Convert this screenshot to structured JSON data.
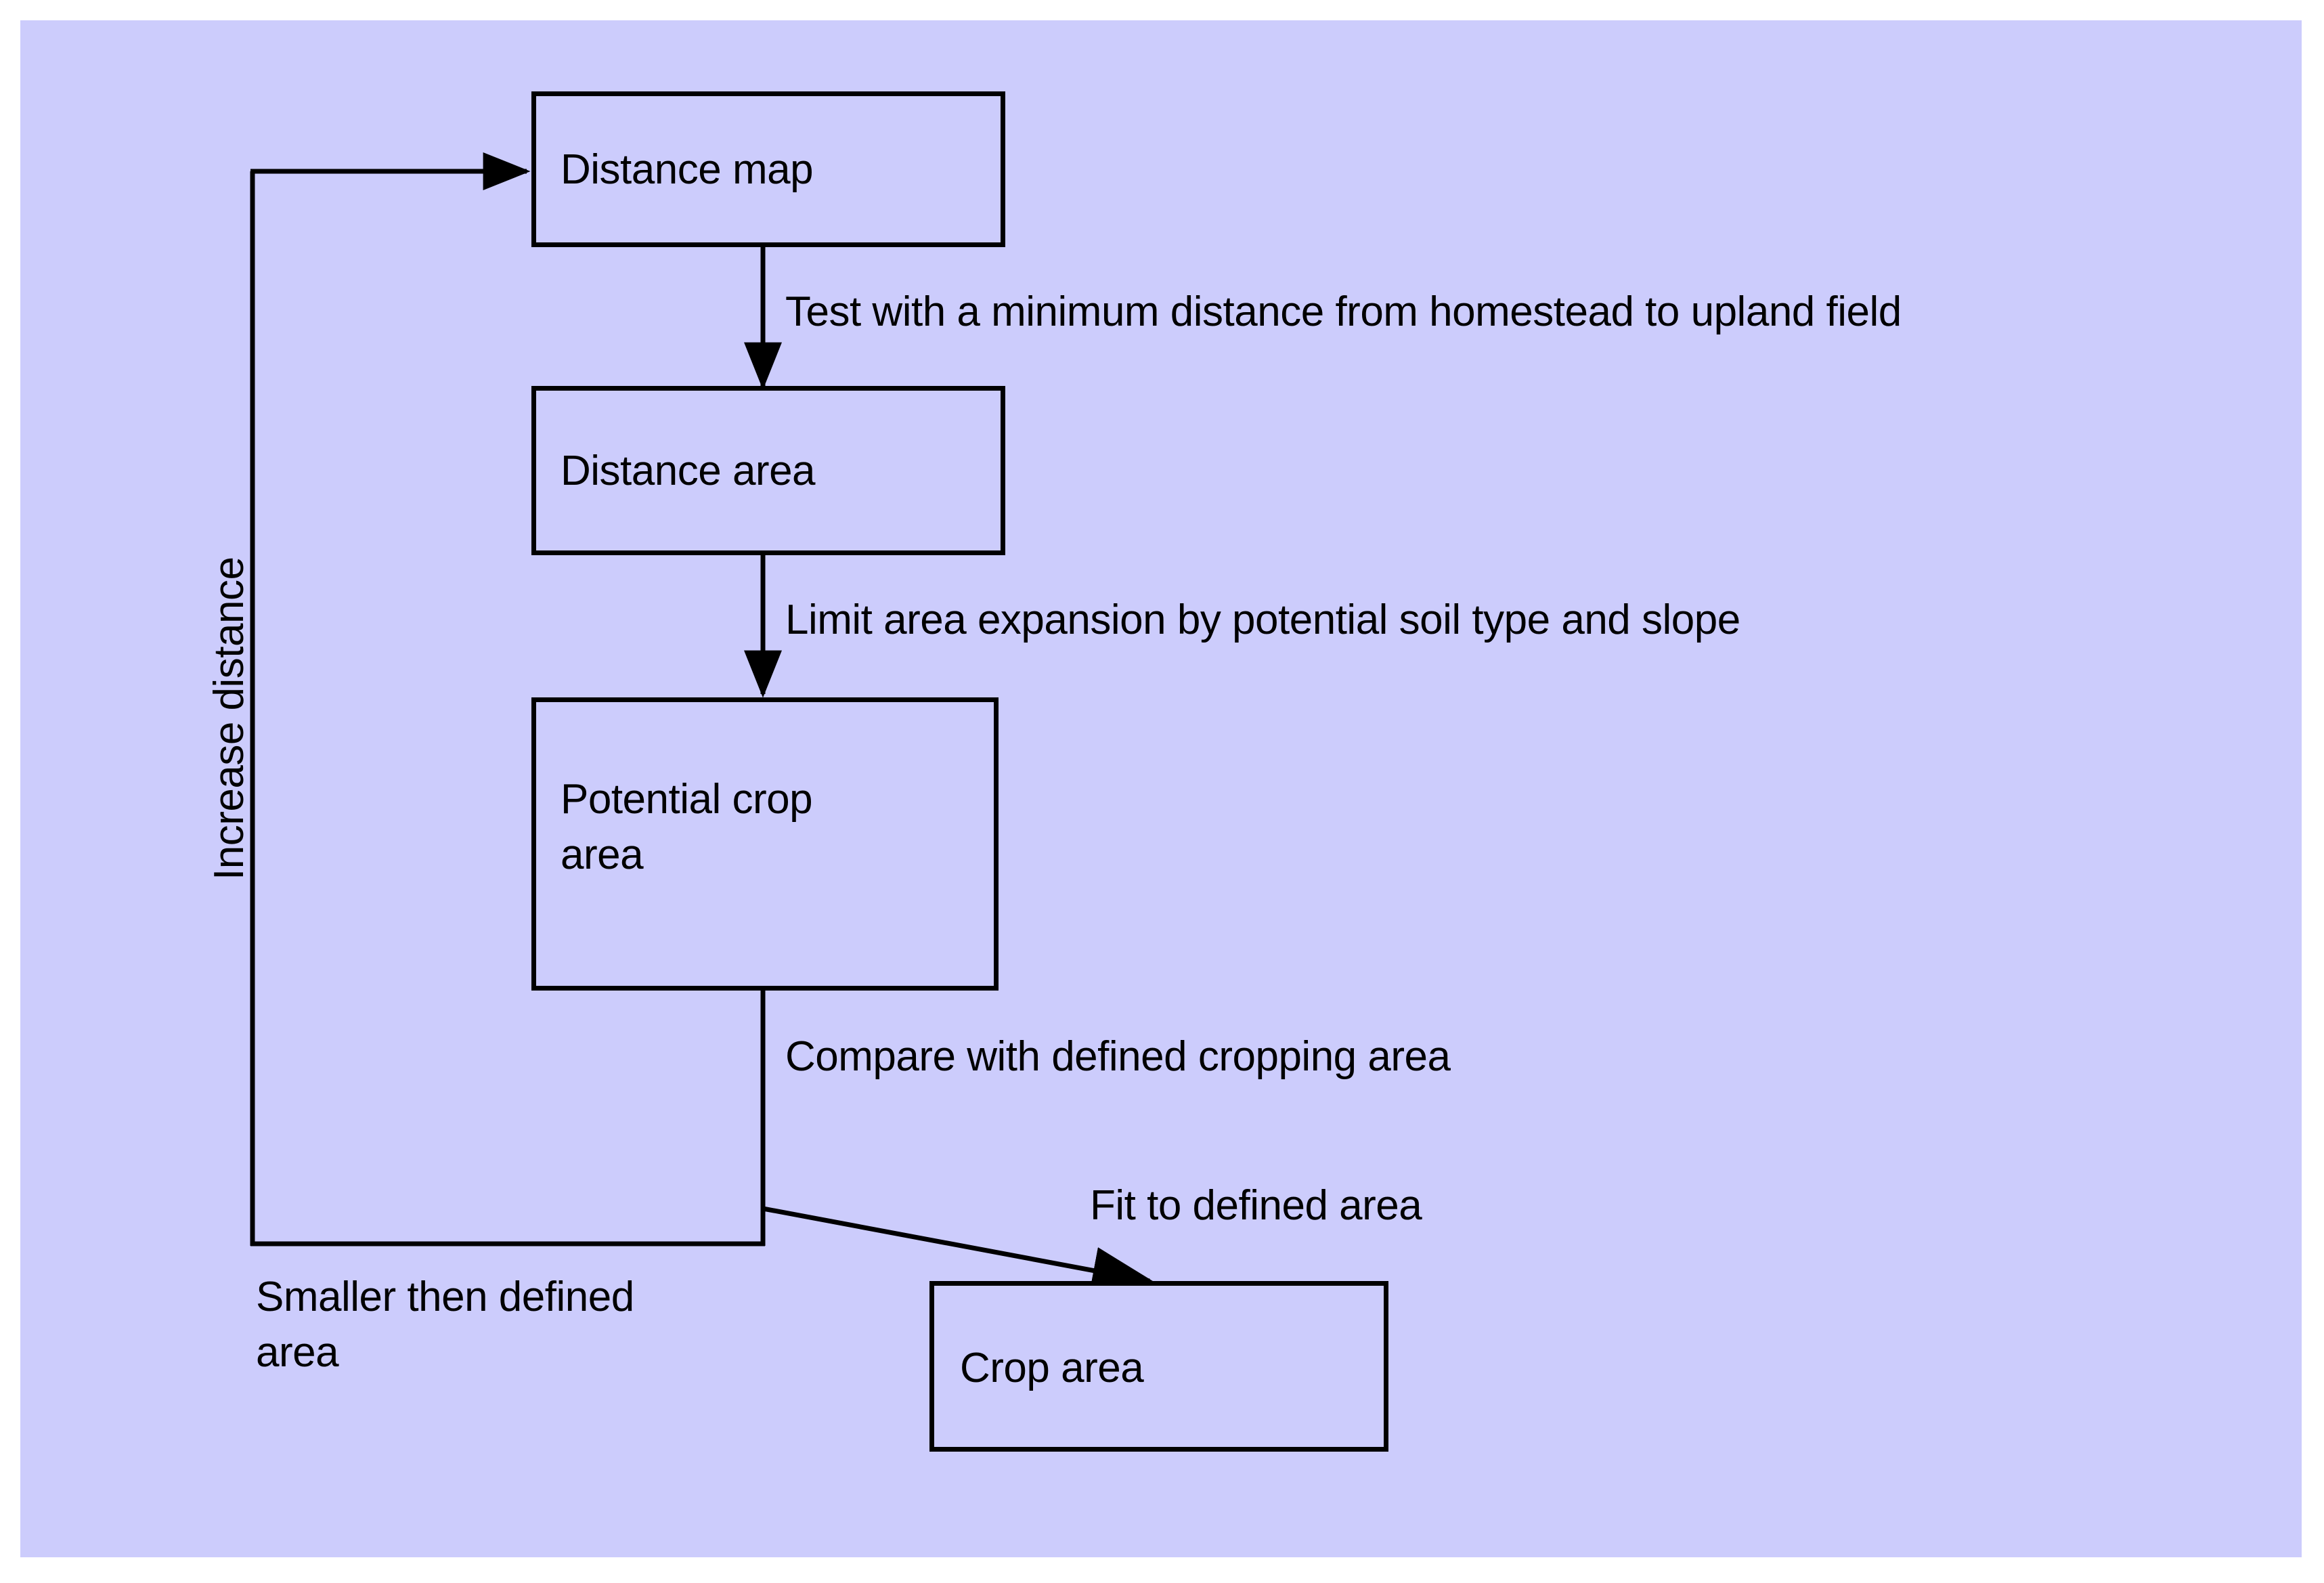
{
  "diagram": {
    "type": "flowchart",
    "background_color": "#ccccfc",
    "line_color": "#000000",
    "text_color": "#000000",
    "nodes": [
      {
        "id": "distance-map",
        "label": "Distance map"
      },
      {
        "id": "distance-area",
        "label": "Distance area"
      },
      {
        "id": "potential-crop-area",
        "label": "Potential crop\narea"
      },
      {
        "id": "crop-area",
        "label": "Crop area"
      }
    ],
    "edges": [
      {
        "id": "distance-map-to-distance-area",
        "from": "distance-map",
        "to": "distance-area",
        "label": "Test with a minimum distance from homestead to upland field"
      },
      {
        "id": "distance-area-to-potential-crop-area",
        "from": "distance-area",
        "to": "potential-crop-area",
        "label": "Limit area expansion by potential soil type and slope"
      },
      {
        "id": "potential-crop-area-branch",
        "from": "potential-crop-area",
        "to": "",
        "label": "Compare with defined cropping area"
      },
      {
        "id": "potential-crop-area-to-crop-area",
        "from": "potential-crop-area",
        "to": "crop-area",
        "label": "Fit to defined area"
      },
      {
        "id": "feedback-loop",
        "from": "potential-crop-area",
        "to": "distance-map",
        "label": "Smaller then defined\narea",
        "side_label": "Increase distance"
      }
    ]
  }
}
